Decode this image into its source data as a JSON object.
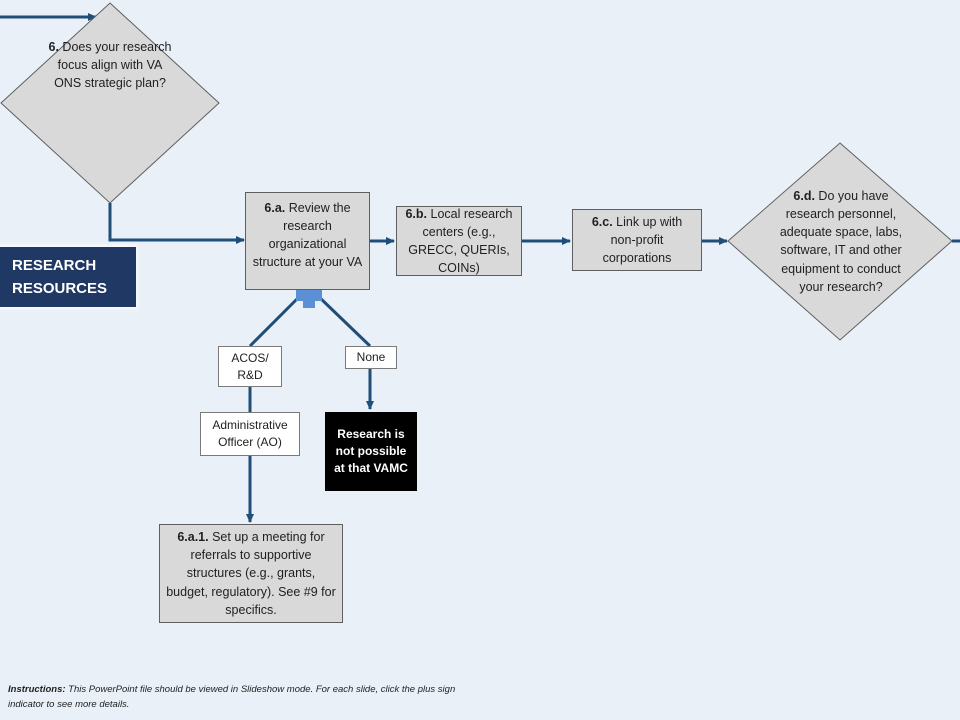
{
  "diamond6": {
    "num": "6.",
    "text": " Does your research focus align with VA ONS strategic plan?"
  },
  "box6a": {
    "num": "6.a.",
    "text": " Review the research organizational structure at your VA"
  },
  "box6b": {
    "num": "6.b.",
    "text": " Local research centers (e.g., GRECC, QUERIs, COINs)"
  },
  "box6c": {
    "num": "6.c.",
    "text": " Link up with non-profit corporations"
  },
  "diamond6d": {
    "num": "6.d.",
    "text": " Do you have research personnel, adequate space, labs, software, IT and other equipment to conduct your research?"
  },
  "section_label": "RESEARCH RESOURCES",
  "acos": "ACOS/ R&D",
  "none": "None",
  "ao": "Administrative Officer (AO)",
  "not_possible": "Research is not possible at that VAMC",
  "box6a1": {
    "num": "6.a.1.",
    "text": " Set up a meeting for referrals to supportive structures (e.g., grants, budget, regulatory). See #9 for specifics."
  },
  "instructions": {
    "label": "Instructions:",
    "text": " This PowerPoint file should be viewed in Slideshow mode. For each slide, click the plus sign indicator to see more details."
  },
  "colors": {
    "background": "#e9f0f8",
    "connector": "#1f4e79",
    "plus": "#5b8fd6",
    "section": "#1f3864"
  }
}
